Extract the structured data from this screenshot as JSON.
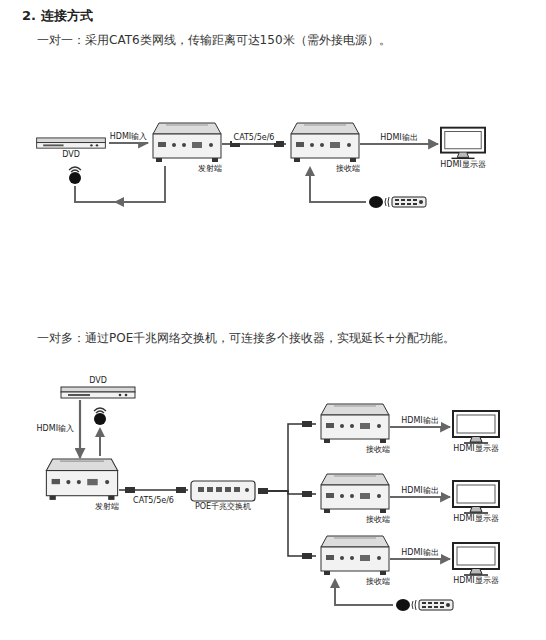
{
  "diagram": {
    "title": "2. 连接方式",
    "nodes": [
      {
        "text": [
          "DVD"
        ]
      },
      {
        "text": [
          "发射端"
        ]
      },
      {
        "text": [
          "接收端"
        ]
      },
      {
        "text": [
          "HDMI显示器"
        ]
      },
      {
        "text": [
          "DVD"
        ]
      },
      {
        "text": [
          "发射端"
        ]
      },
      {
        "text": [
          "POE千兆交换机"
        ]
      },
      {
        "text": [
          "接收端"
        ]
      },
      {
        "text": [
          "HDMI显示器"
        ]
      },
      {
        "text": [
          "接收端"
        ]
      },
      {
        "text": [
          "HDMI显示器"
        ]
      },
      {
        "text": [
          "接收端"
        ]
      },
      {
        "text": [
          "HDMI显示器"
        ]
      }
    ],
    "edges": [
      {
        "from": 0,
        "to": 1,
        "arrow": "to",
        "label": "HDMI输入"
      },
      {
        "from": 1,
        "to": 2,
        "arrow": "none",
        "label": "CAT5/5e/6"
      },
      {
        "from": 2,
        "to": 3,
        "arrow": "to",
        "label": "HDMI输出"
      },
      {
        "from": 4,
        "to": 5,
        "arrow": "to",
        "label": "HDMI输入"
      },
      {
        "from": 5,
        "to": 6,
        "arrow": "none",
        "label": "CAT5/5e/6"
      },
      {
        "from": 6,
        "to": 7,
        "arrow": "none"
      },
      {
        "from": 6,
        "to": 9,
        "arrow": "none"
      },
      {
        "from": 6,
        "to": 11,
        "arrow": "none"
      },
      {
        "from": 7,
        "to": 8,
        "arrow": "to",
        "label": "HDMI输出"
      },
      {
        "from": 9,
        "to": 10,
        "arrow": "to",
        "label": "HDMI输出"
      },
      {
        "from": 11,
        "to": 12,
        "arrow": "to",
        "label": "HDMI输出"
      }
    ],
    "labels": [
      "一对一：采用CAT6类网线，传输距离可达150米（需外接电源）。",
      "一对多：通过POE千兆网络交换机，可连接多个接收器，实现延长+分配功能。"
    ]
  }
}
